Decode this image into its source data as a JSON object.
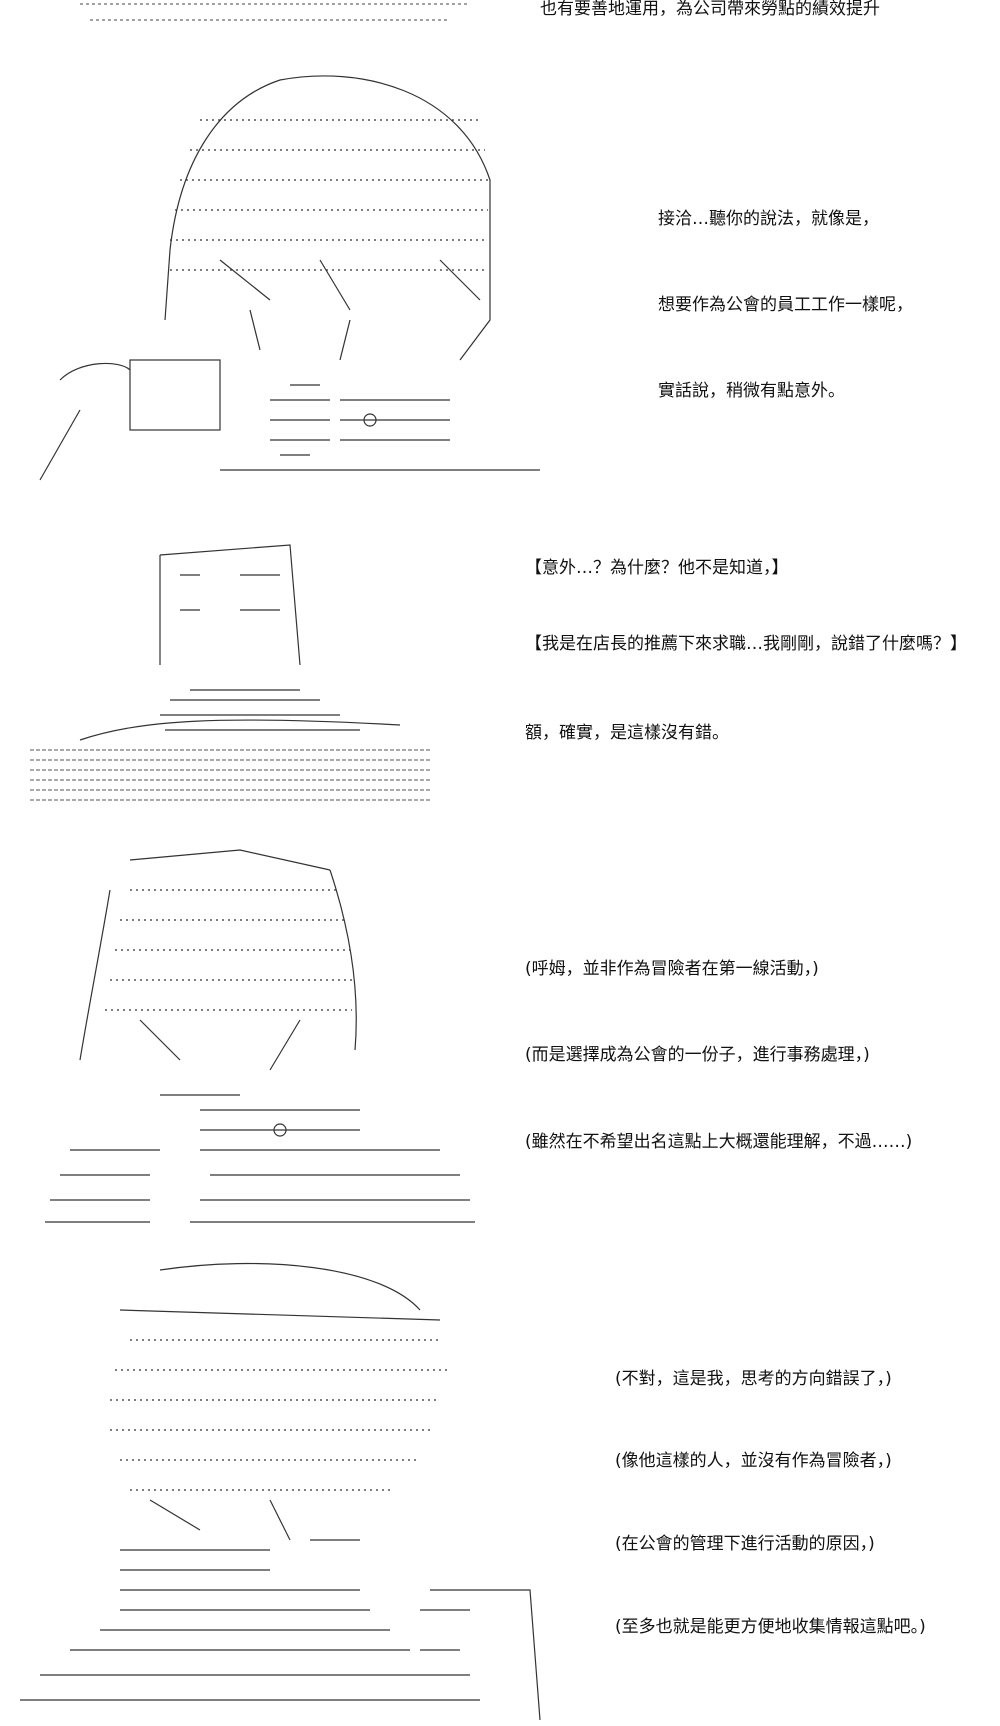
{
  "top": {
    "clipped_line": "也有要善地運用，為公司帶來勞點的績效提升"
  },
  "panel1": {
    "lines": [
      "接洽…聽你的說法，就像是，",
      "想要作為公會的員工工作一樣呢，",
      "實話說，稍微有點意外。"
    ]
  },
  "panel2": {
    "lines": [
      "【意外…？為什麼？他不是知道，】",
      "【我是在店長的推薦下來求職…我剛剛，說錯了什麼嗎？】",
      "額，確實，是這樣沒有錯。"
    ]
  },
  "panel3": {
    "lines": [
      "(呼姆，並非作為冒險者在第一線活動，)",
      "(而是選擇成為公會的一份子，進行事務處理，)",
      "(雖然在不希望出名這點上大概還能理解，不過……)"
    ]
  },
  "panel4": {
    "lines": [
      "(不對，這是我，思考的方向錯誤了，)",
      "(像他這樣的人，並沒有作為冒險者，)",
      "(在公會的管理下進行活動的原因，)",
      "(至多也就是能更方便地收集情報這點吧。)"
    ]
  }
}
